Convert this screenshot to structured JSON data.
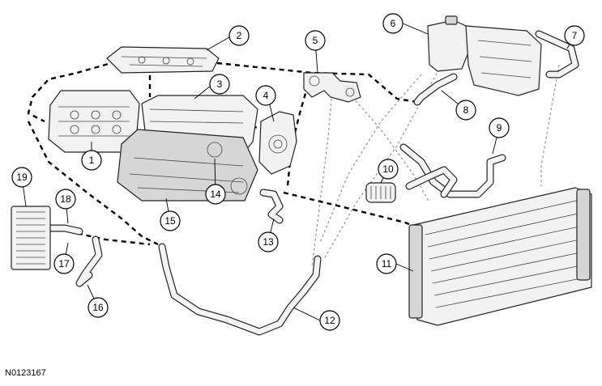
{
  "figure_id": "N0123167",
  "callouts": [
    "1",
    "2",
    "3",
    "4",
    "5",
    "6",
    "7",
    "8",
    "9",
    "10",
    "11",
    "12",
    "13",
    "14",
    "15",
    "16",
    "17",
    "18",
    "19"
  ]
}
